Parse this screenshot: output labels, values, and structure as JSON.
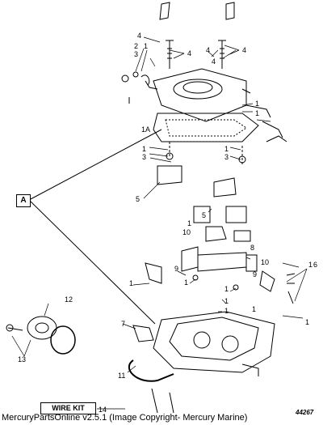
{
  "callout_a": "A",
  "wire_kit": "WIRE KIT",
  "figure_number": "44267",
  "footer": "MercuryPartsOnline v2.5.1 (Image Copyright- Mercury Marine)",
  "labels": {
    "l4a": "4",
    "l2": "2",
    "l1a": "1",
    "l3a": "3",
    "l4b": "4",
    "l4c": "4",
    "l4d": "4",
    "l4e": "4",
    "l1b": "1",
    "l1c": "1",
    "l1A": "1A",
    "l1d": "1",
    "l3b": "3",
    "l1e": "1",
    "l3c": "3",
    "l5a": "5",
    "l5b": "5",
    "l1f": "1",
    "l10a": "10",
    "l8": "8",
    "l10b": "10",
    "l9a": "9",
    "l9b": "9",
    "l1g": "1",
    "l1h": "1",
    "l1i": "1",
    "l1j": "1",
    "l1k": "1",
    "l1l": "1",
    "l1m": "1",
    "l6": "6",
    "l12": "12",
    "l7": "7",
    "l13": "13",
    "l11": "11",
    "l14": "14"
  }
}
